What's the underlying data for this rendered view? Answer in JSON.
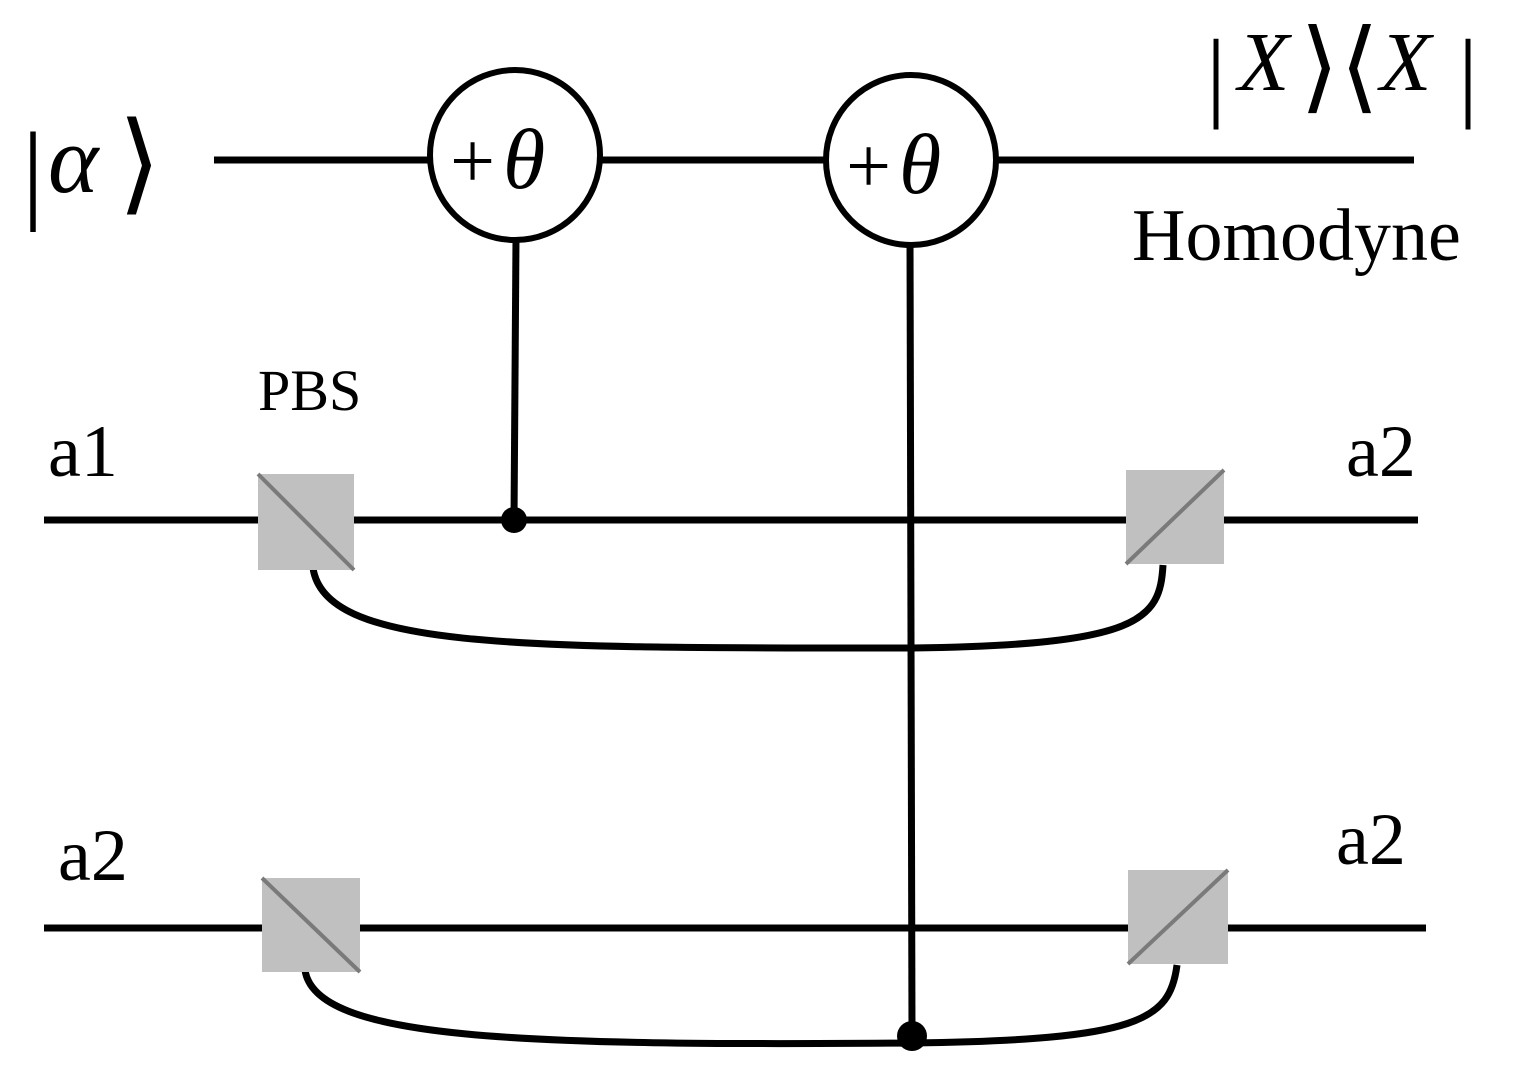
{
  "input_state": {
    "left_bar": "|",
    "symbol": "α",
    "right_bracket": "⟩"
  },
  "output_projector": {
    "bar_left": "|",
    "x1": "X",
    "ket_close": "⟩",
    "bra_open": "⟨",
    "x2": "X",
    "bar_right": "|"
  },
  "detector_label": "Homodyne",
  "phase_gates": [
    {
      "plus": "+",
      "theta": "θ"
    },
    {
      "plus": "+",
      "theta": "θ"
    }
  ],
  "pbs_label": "PBS",
  "mode_labels": {
    "row1_left": "a1",
    "row1_right": "a2",
    "row2_left": "a2",
    "row2_right": "a2"
  },
  "colors": {
    "line": "#000000",
    "pbs_fill": "#c0c0c0",
    "pbs_diagonal": "#7a7a7a"
  }
}
